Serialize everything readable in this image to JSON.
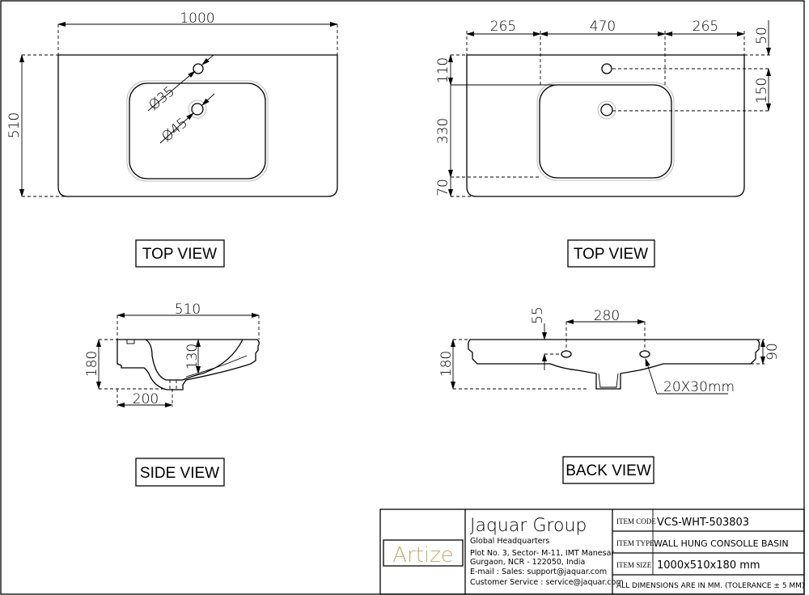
{
  "top_view_left": {
    "width_dim": "1000",
    "depth_dim": "510",
    "hole_small": "Ø35",
    "hole_large": "Ø45",
    "label": "TOP VIEW"
  },
  "top_view_right": {
    "dim_left": "265",
    "dim_center": "470",
    "dim_right": "265",
    "dim_50": "50",
    "dim_150": "150",
    "dim_110": "110",
    "dim_330": "330",
    "dim_70": "70",
    "label": "TOP VIEW"
  },
  "side_view": {
    "depth_dim": "510",
    "height_dim": "180",
    "bowl_dim": "130",
    "drain_dim": "200",
    "label": "SIDE VIEW"
  },
  "back_view": {
    "hole_spacing": "280",
    "hole_height": "55",
    "height_dim": "180",
    "flange_dim": "90",
    "hole_size": "20X30mm",
    "label": "BACK VIEW"
  },
  "title_block": {
    "logo": "Artize",
    "company": "Jaquar Group",
    "address_lines": [
      "Global Headquarters",
      "Plot No. 3, Sector- M-11, IMT Manesar",
      "Gurgaon, NCR - 122050, India",
      "E-mail : Sales: support@jaquar.com",
      "Customer Service : service@jaquar.com"
    ],
    "item_code_label": "ITEM CODE",
    "item_code": "VCS-WHT-503803",
    "item_type_label": "ITEM TYPE",
    "item_type": "WALL HUNG CONSOLLE BASIN",
    "item_size_label": "ITEM SIZE",
    "item_size": "1000x510x180 mm",
    "note": "ALL DIMENSIONS ARE IN MM. (TOLERANCE ± 5 MM)",
    "logo_color": "#c8a96a"
  }
}
